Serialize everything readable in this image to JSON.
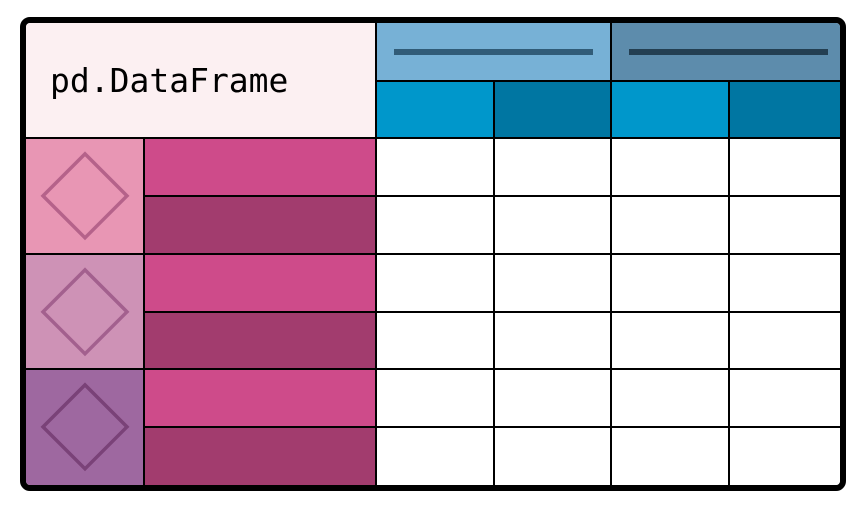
{
  "title": "pd.DataFrame",
  "colors": {
    "title_bg": "#fcf0f2",
    "col_group_1": "#77b1d6",
    "col_group_2": "#5d8cac",
    "col_group_line_1": "#315c78",
    "col_group_line_2": "#243f52",
    "col_light": "#0097cb",
    "col_dark": "#0076a2",
    "index_outer_1": "#e896b4",
    "index_outer_2": "#ce92b6",
    "index_outer_3": "#9e68a0",
    "diamond_1": "#b5628a",
    "diamond_2": "#a3608e",
    "diamond_3": "#7a4278",
    "index_inner_light": "#ce4b8a",
    "index_inner_dark": "#a23c6e",
    "data_cell": "#ffffff",
    "grid": "#000000"
  },
  "structure": {
    "column_groups": 2,
    "columns_per_group": 2,
    "index_outer_groups": 3,
    "rows_per_group": 2
  }
}
